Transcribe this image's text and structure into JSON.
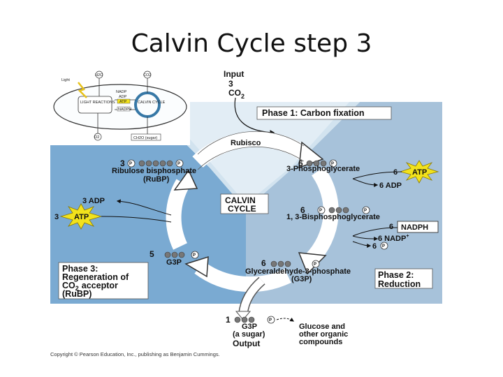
{
  "slide": {
    "title": "Calvin Cycle step 3"
  },
  "inset": {
    "light": "Light",
    "h2o": "H2O",
    "co2": "CO2",
    "nadp": "NADP",
    "adp": "ADP",
    "light_reactions": "LIGHT REACTIONS",
    "calvin_cycle": "CALVIN CYCLE",
    "atp": "ATP",
    "nadph": "NADPH",
    "o2": "O2",
    "sugar": "CH2O (sugar)"
  },
  "input": {
    "label": "Input",
    "count": "3",
    "molecule": "CO",
    "sub": "2"
  },
  "phases": {
    "phase1": "Phase 1: Carbon fixation",
    "phase2": [
      "Phase 2:",
      "Reduction"
    ],
    "phase3": [
      "Phase 3:",
      "Regeneration of",
      "CO",
      "acceptor",
      "(RuBP)"
    ],
    "phase3_sub": "2"
  },
  "center": [
    "CALVIN",
    "CYCLE"
  ],
  "enzyme": "Rubisco",
  "molecules": {
    "rubp": {
      "count": "3",
      "name": "Ribulose bisphosphate",
      "abbr": "(RuBP)"
    },
    "pga": {
      "count": "6",
      "name": "3-Phosphoglycerate"
    },
    "bpg": {
      "count": "6",
      "name": "1, 3-Bisphosphoglycerate"
    },
    "g3p6": {
      "count": "6",
      "name": "Glyceraldehyde-3-phosphate",
      "abbr": "(G3P)"
    },
    "g3p5": {
      "count": "5",
      "name": "G3P"
    }
  },
  "energy": {
    "atp_in_6": "6",
    "atp": "ATP",
    "adp_out_6": "6 ADP",
    "nadph_in_6": "6",
    "nadph": "NADPH",
    "nadp_out": "6 NADP",
    "pi_out": "6",
    "pi": "P",
    "adp_3": "3 ADP",
    "atp_in_3": "3"
  },
  "output": {
    "count": "1",
    "name": "G3P",
    "desc": "(a sugar)",
    "label": "Output",
    "fate": [
      "Glucose and",
      "other organic",
      "compounds"
    ]
  },
  "phosphate": "P",
  "copyright": "Copyright © Pearson Education, Inc., publishing as Benjamin Cummings.",
  "colors": {
    "blue_left": "#7aaad2",
    "blue_right": "#a7c2da",
    "blue_top": "#d2e3ef",
    "atp_star": "#f2e21c",
    "arrow_fill": "#ffffff"
  }
}
